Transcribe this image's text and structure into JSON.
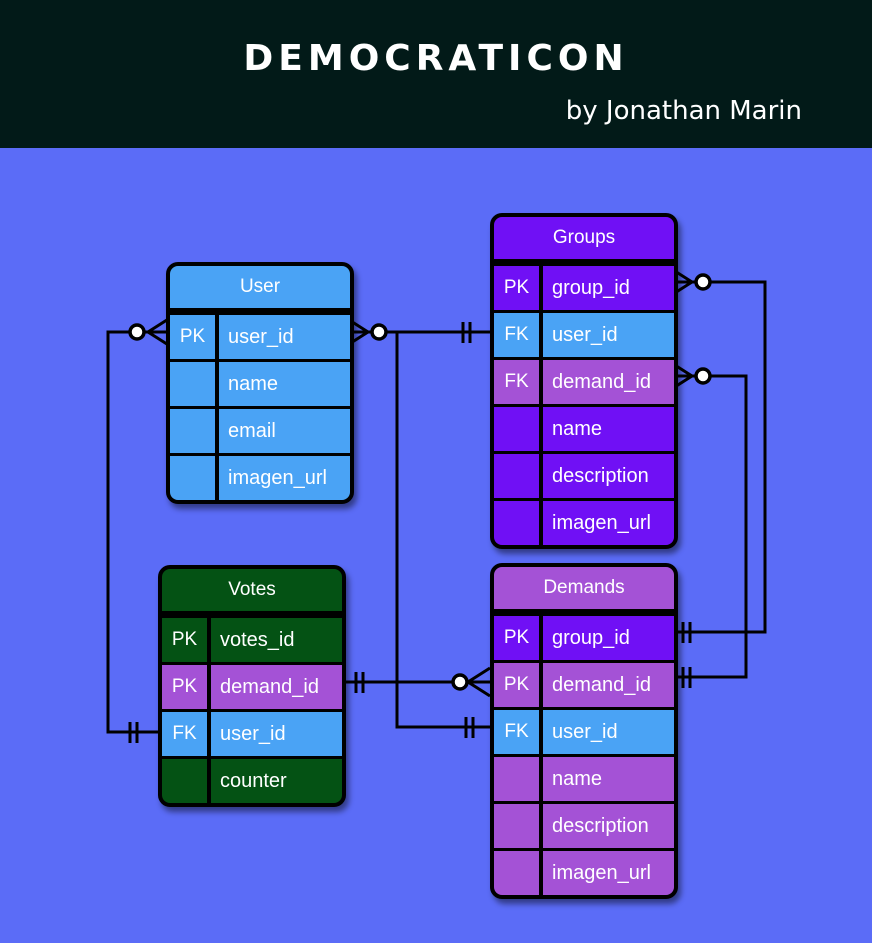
{
  "header": {
    "title": "DEMOCRATICON",
    "subtitle": "by Jonathan Marin"
  },
  "colors": {
    "background": "#5b6cf7",
    "header_bg": "#021a18",
    "user": "#4aa3f5",
    "groups": "#7010f5",
    "demands": "#a452d6",
    "votes": "#045214"
  },
  "tables": {
    "user": {
      "name": "User",
      "rows": [
        {
          "key": "PK",
          "col": "user_id"
        },
        {
          "key": "",
          "col": "name"
        },
        {
          "key": "",
          "col": "email"
        },
        {
          "key": "",
          "col": "imagen_url"
        }
      ]
    },
    "groups": {
      "name": "Groups",
      "rows": [
        {
          "key": "PK",
          "col": "group_id"
        },
        {
          "key": "FK",
          "col": "user_id"
        },
        {
          "key": "FK",
          "col": "demand_id"
        },
        {
          "key": "",
          "col": "name"
        },
        {
          "key": "",
          "col": "description"
        },
        {
          "key": "",
          "col": "imagen_url"
        }
      ]
    },
    "votes": {
      "name": "Votes",
      "rows": [
        {
          "key": "PK",
          "col": "votes_id"
        },
        {
          "key": "PK",
          "col": "demand_id"
        },
        {
          "key": "FK",
          "col": "user_id"
        },
        {
          "key": "",
          "col": "counter"
        }
      ]
    },
    "demands": {
      "name": "Demands",
      "rows": [
        {
          "key": "PK",
          "col": "group_id"
        },
        {
          "key": "PK",
          "col": "demand_id"
        },
        {
          "key": "FK",
          "col": "user_id"
        },
        {
          "key": "",
          "col": "name"
        },
        {
          "key": "",
          "col": "description"
        },
        {
          "key": "",
          "col": "imagen_url"
        }
      ]
    }
  },
  "relationships": [
    {
      "from": "User.user_id",
      "to": "Groups.user_id",
      "from_end": "zero-or-many",
      "to_end": "one-and-only-one"
    },
    {
      "from": "User.user_id",
      "to": "Demands.user_id",
      "from_end": "zero-or-many",
      "to_end": "one-and-only-one"
    },
    {
      "from": "User.user_id",
      "to": "Votes.user_id",
      "from_end": "zero-or-many",
      "to_end": "one-and-only-one"
    },
    {
      "from": "Groups.group_id",
      "to": "Demands.group_id",
      "from_end": "zero-or-many",
      "to_end": "one-and-only-one"
    },
    {
      "from": "Groups.demand_id",
      "to": "Demands.demand_id",
      "from_end": "zero-or-many",
      "to_end": "one-and-only-one"
    },
    {
      "from": "Demands.demand_id",
      "to": "Votes.demand_id",
      "from_end": "zero-or-many",
      "to_end": "one-and-only-one"
    }
  ]
}
